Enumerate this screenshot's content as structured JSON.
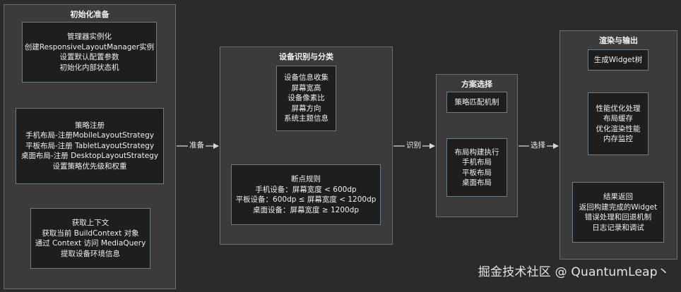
{
  "panels": {
    "init": {
      "title": "初始化准备",
      "nodes": [
        [
          "管理器实例化",
          "创建ResponsiveLayoutManager实例",
          "设置默认配置参数",
          "初始化内部状态机"
        ],
        [
          "策略注册",
          "手机布局-注册MobileLayoutStrategy",
          "平板布局-注册 TabletLayoutStrategy",
          "桌面布局-注册 DesktopLayoutStrategy",
          "设置策略优先级和权重"
        ],
        [
          "获取上下文",
          "获取当前 BuildContext 对象",
          "通过 Context 访问 MediaQuery",
          "提取设备环境信息"
        ]
      ]
    },
    "detect": {
      "title": "设备识别与分类",
      "nodes": [
        [
          "设备信息收集",
          "屏幕宽高",
          "设备像素比",
          "屏幕方向",
          "系统主题信息"
        ],
        [
          "断点规则",
          "手机设备：屏幕宽度 < 600dp",
          "平板设备：600dp ≤ 屏幕宽度 < 1200dp",
          "桌面设备：屏幕宽度 ≥ 1200dp"
        ]
      ]
    },
    "select": {
      "title": "方案选择",
      "nodes": [
        [
          "策略匹配机制"
        ],
        [
          "布局构建执行",
          "手机布局",
          "平板布局",
          "桌面布局"
        ]
      ]
    },
    "render": {
      "title": "渲染与输出",
      "nodes": [
        [
          "生成Widget树"
        ],
        [
          "性能优化处理",
          "布局缓存",
          "优化渲染性能",
          "内存监控"
        ],
        [
          "结果返回",
          "返回构建完成的Widget",
          "错误处理和回退机制",
          "日志记录和调试"
        ]
      ]
    }
  },
  "edges": {
    "prepare": "准备",
    "identify": "识别",
    "choose": "选择"
  },
  "watermark": "掘金技术社区 @ QuantumLeap丶"
}
